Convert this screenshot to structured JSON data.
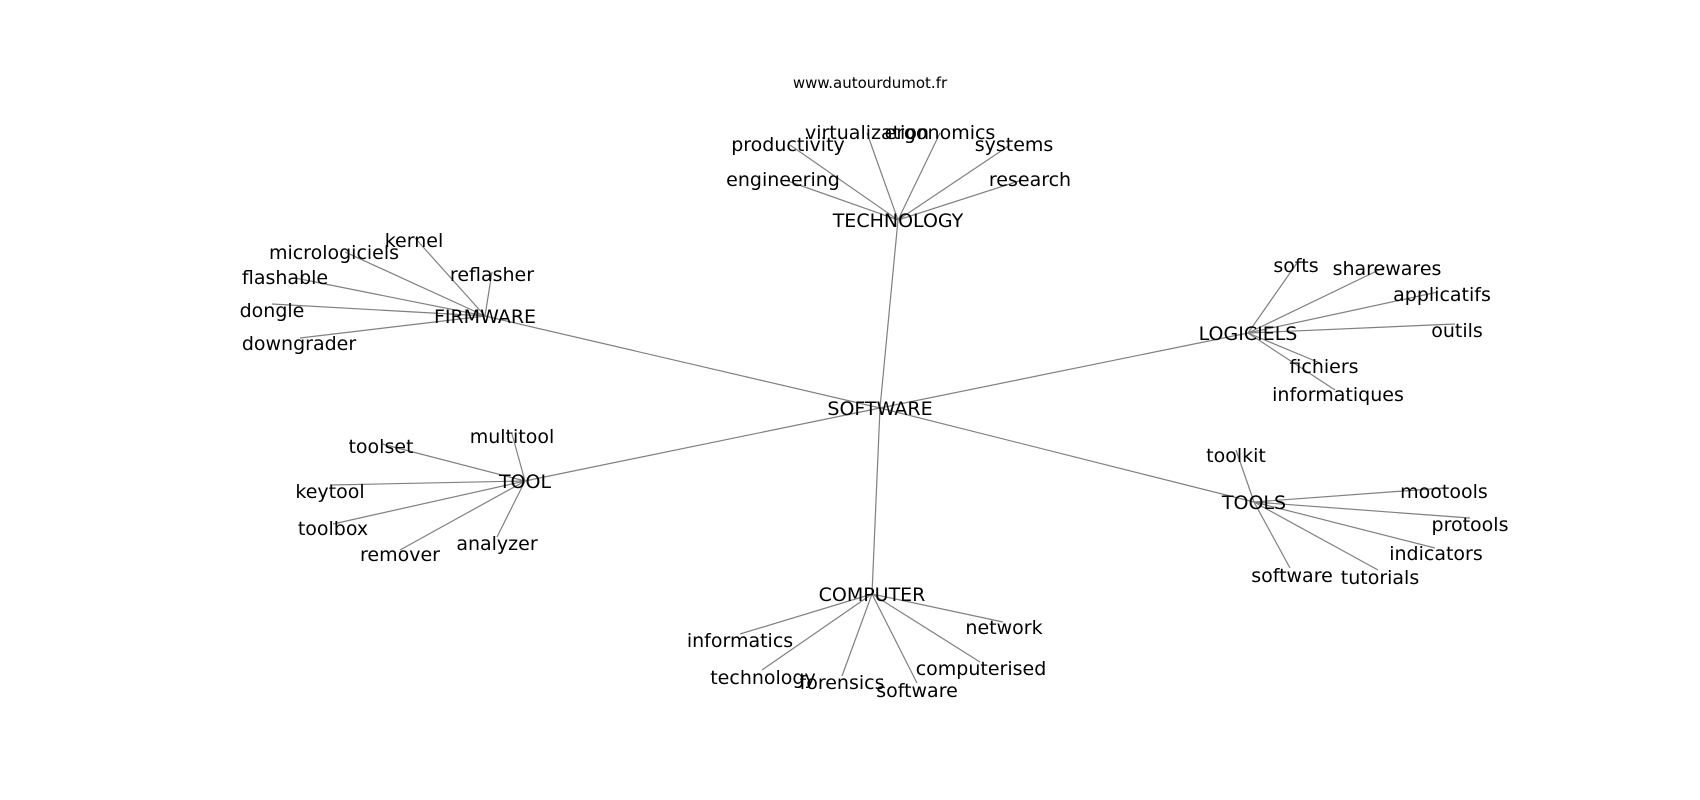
{
  "watermark": "www.autourdumot.fr",
  "graph": {
    "center": "SOFTWARE",
    "groups": [
      {
        "hub": "TECHNOLOGY",
        "leaves": [
          "virtualization",
          "ergonomics",
          "productivity",
          "systems",
          "engineering",
          "research"
        ]
      },
      {
        "hub": "FIRMWARE",
        "leaves": [
          "kernel",
          "micrologiciels",
          "reflasher",
          "flashable",
          "dongle",
          "downgrader"
        ]
      },
      {
        "hub": "LOGICIELS",
        "leaves": [
          "softs",
          "sharewares",
          "applicatifs",
          "outils",
          "fichiers",
          "informatiques"
        ]
      },
      {
        "hub": "TOOL",
        "leaves": [
          "multitool",
          "toolset",
          "keytool",
          "toolbox",
          "analyzer",
          "remover"
        ]
      },
      {
        "hub": "TOOLS",
        "leaves": [
          "toolkit",
          "mootools",
          "protools",
          "indicators",
          "software",
          "tutorials"
        ]
      },
      {
        "hub": "COMPUTER",
        "leaves": [
          "network",
          "informatics",
          "computerised",
          "technology",
          "forensics",
          "software"
        ]
      }
    ]
  },
  "colors": {
    "edge": "#808080",
    "text": "#000000",
    "background": "#ffffff"
  }
}
